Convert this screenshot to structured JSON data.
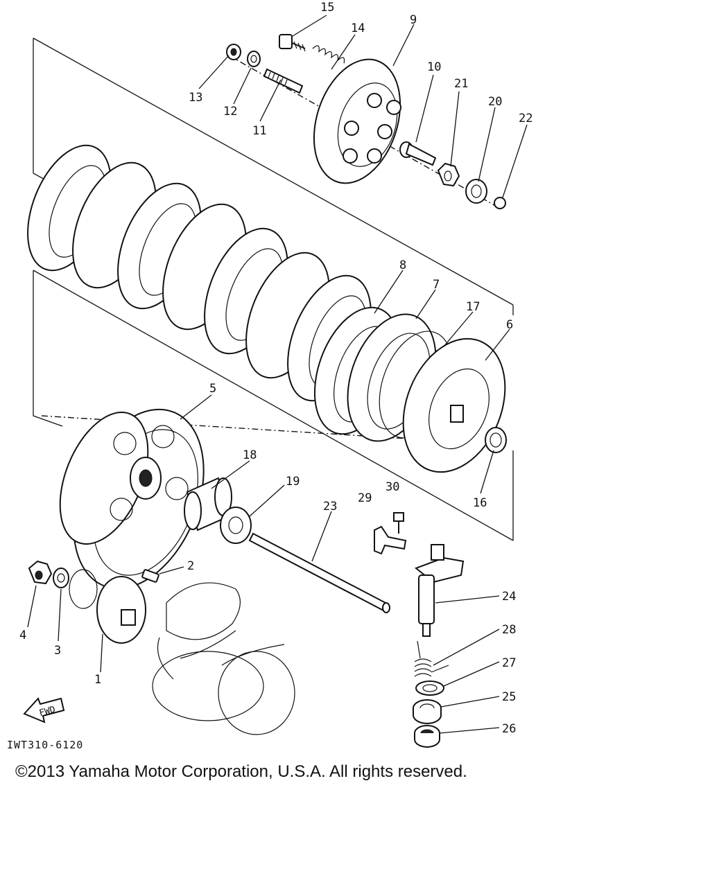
{
  "diagram": {
    "callouts": [
      {
        "id": "c1",
        "text": "1"
      },
      {
        "id": "c2",
        "text": "2"
      },
      {
        "id": "c3",
        "text": "3"
      },
      {
        "id": "c4",
        "text": "4"
      },
      {
        "id": "c5",
        "text": "5"
      },
      {
        "id": "c6",
        "text": "6"
      },
      {
        "id": "c7",
        "text": "7"
      },
      {
        "id": "c8",
        "text": "8"
      },
      {
        "id": "c9",
        "text": "9"
      },
      {
        "id": "c10",
        "text": "10"
      },
      {
        "id": "c11",
        "text": "11"
      },
      {
        "id": "c12",
        "text": "12"
      },
      {
        "id": "c13",
        "text": "13"
      },
      {
        "id": "c14",
        "text": "14"
      },
      {
        "id": "c15",
        "text": "15"
      },
      {
        "id": "c16",
        "text": "16"
      },
      {
        "id": "c17",
        "text": "17"
      },
      {
        "id": "c18",
        "text": "18"
      },
      {
        "id": "c19",
        "text": "19"
      },
      {
        "id": "c20",
        "text": "20"
      },
      {
        "id": "c21",
        "text": "21"
      },
      {
        "id": "c22",
        "text": "22"
      },
      {
        "id": "c23",
        "text": "23"
      },
      {
        "id": "c24",
        "text": "24"
      },
      {
        "id": "c25",
        "text": "25"
      },
      {
        "id": "c26",
        "text": "26"
      },
      {
        "id": "c27",
        "text": "27"
      },
      {
        "id": "c28",
        "text": "28"
      },
      {
        "id": "c29",
        "text": "29"
      },
      {
        "id": "c30",
        "text": "30"
      }
    ],
    "fwd_label": "FWD",
    "drawing_code": "IWT310-6120"
  },
  "footer": {
    "copyright": "©2013 Yamaha Motor Corporation, U.S.A. All rights reserved."
  }
}
